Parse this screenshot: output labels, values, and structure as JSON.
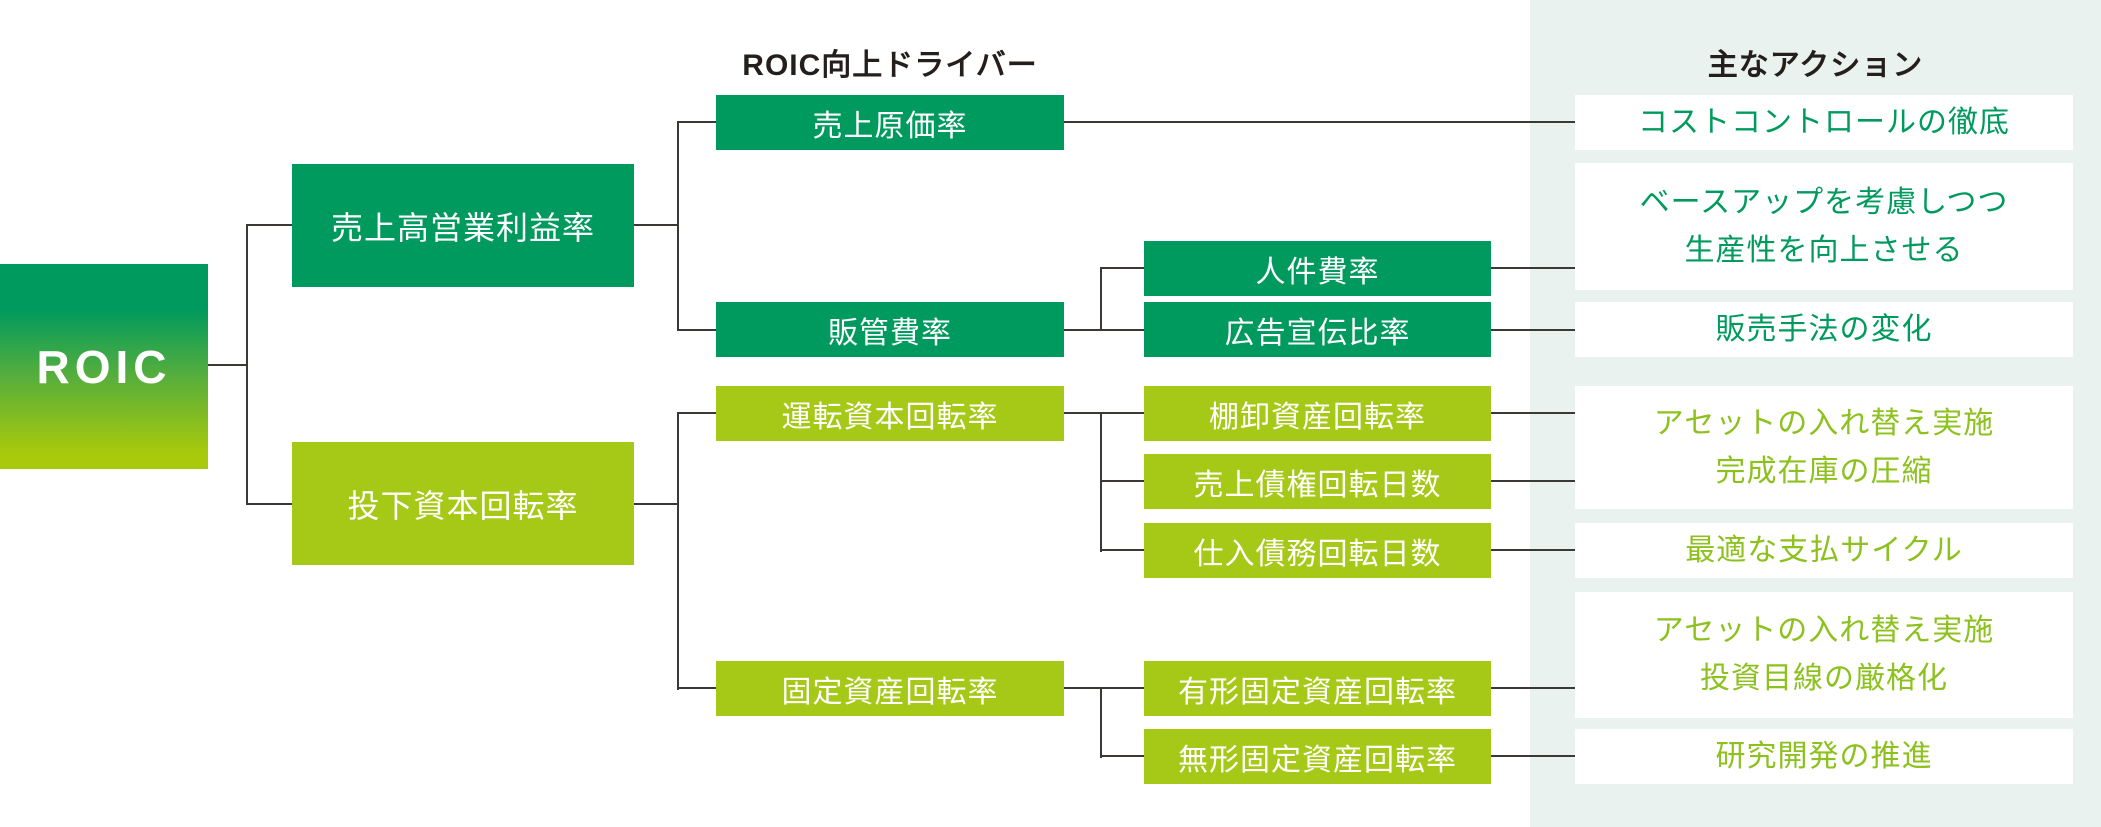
{
  "headers": {
    "drivers": "ROIC向上ドライバー",
    "actions": "主なアクション"
  },
  "nodes": {
    "roic": {
      "label": "ROIC"
    },
    "level1": [
      {
        "label": "売上高営業利益率",
        "tone": "dark"
      },
      {
        "label": "投下資本回転率",
        "tone": "light"
      }
    ],
    "level2": [
      {
        "label": "売上原価率",
        "tone": "dark"
      },
      {
        "label": "販管費率",
        "tone": "dark"
      },
      {
        "label": "運転資本回転率",
        "tone": "light"
      },
      {
        "label": "固定資産回転率",
        "tone": "light"
      }
    ],
    "level3": [
      {
        "label": "人件費率",
        "tone": "dark"
      },
      {
        "label": "広告宣伝比率",
        "tone": "dark"
      },
      {
        "label": "棚卸資産回転率",
        "tone": "light"
      },
      {
        "label": "売上債権回転日数",
        "tone": "light"
      },
      {
        "label": "仕入債務回転日数",
        "tone": "light"
      },
      {
        "label": "有形固定資産回転率",
        "tone": "light"
      },
      {
        "label": "無形固定資産回転率",
        "tone": "light"
      }
    ]
  },
  "actions": [
    {
      "tone": "dark",
      "lines": [
        "コストコントロールの徹底"
      ]
    },
    {
      "tone": "dark",
      "lines": [
        "ベースアップを考慮しつつ",
        "生産性を向上させる"
      ]
    },
    {
      "tone": "dark",
      "lines": [
        "販売手法の変化"
      ]
    },
    {
      "tone": "light",
      "lines": [
        "アセットの入れ替え実施",
        "完成在庫の圧縮"
      ]
    },
    {
      "tone": "light",
      "lines": [
        "最適な支払サイクル"
      ]
    },
    {
      "tone": "light",
      "lines": [
        "アセットの入れ替え実施",
        "投資目線の厳格化"
      ]
    },
    {
      "tone": "light",
      "lines": [
        "研究開発の推進"
      ]
    }
  ],
  "colors": {
    "dark_green": "#009a5e",
    "light_green": "#a6c816",
    "panel_background": "#e9f2ee",
    "connector": "#3c3836",
    "heading_text": "#241e1c",
    "light_action_text": "#8cc11e",
    "roic_gradient_top": "#009a5e",
    "roic_gradient_bottom": "#a8c90c"
  }
}
